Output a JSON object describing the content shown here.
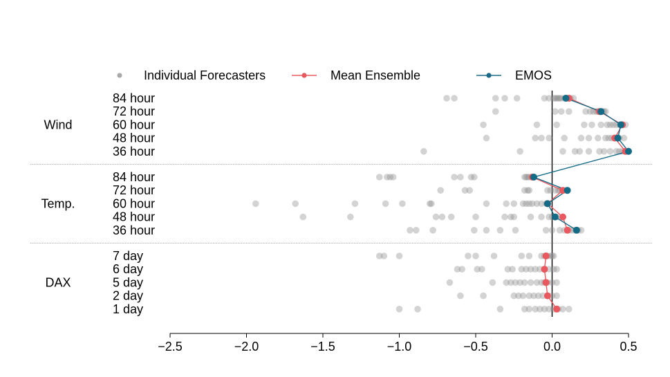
{
  "chart_data": {
    "type": "scatter",
    "x_axis": {
      "range": [
        -2.5,
        0.5
      ],
      "ticks": [
        -2.5,
        -2.0,
        -1.5,
        -1.0,
        -0.5,
        0.0,
        0.5
      ],
      "tick_labels": [
        "−2.5",
        "−2.0",
        "−1.5",
        "−1.0",
        "−0.5",
        "0.0",
        "0.5"
      ],
      "reference_line": 0
    },
    "legend": {
      "position": "top",
      "entries": [
        {
          "label": "Individual Forecasters",
          "marker": "point",
          "color": "#9e9e9e"
        },
        {
          "label": "Mean Ensemble",
          "marker": "line-point",
          "color": "#e8585e"
        },
        {
          "label": "EMOS",
          "marker": "line-point",
          "color": "#1b6a87"
        }
      ]
    },
    "colors": {
      "individual": "#8c8c8c",
      "mean": "#e8585e",
      "emos": "#136b86",
      "divider": "#8a8a8a",
      "axis": "#000000"
    },
    "groups": [
      {
        "name": "Wind",
        "rows": [
          {
            "label": "84 hour",
            "individual": [
              -0.69,
              -0.64,
              -0.37,
              -0.31,
              -0.23,
              -0.05,
              -0.02,
              0.01,
              0.02,
              0.03,
              0.04,
              0.05,
              0.06,
              0.08,
              0.1,
              0.12,
              0.14
            ],
            "mean": 0.11,
            "emos": 0.09
          },
          {
            "label": "72 hour",
            "individual": [
              -0.37,
              0.02,
              0.06,
              0.11,
              0.22,
              0.25,
              0.27,
              0.29,
              0.3,
              0.31,
              0.32,
              0.33,
              0.34,
              0.35
            ],
            "mean": 0.31,
            "emos": 0.32
          },
          {
            "label": "60 hour",
            "individual": [
              -0.45,
              -0.1,
              0.03,
              0.21,
              0.26,
              0.32,
              0.36,
              0.38,
              0.4,
              0.42,
              0.44,
              0.46,
              0.48
            ],
            "mean": 0.46,
            "emos": 0.45
          },
          {
            "label": "48 hour",
            "individual": [
              -0.43,
              -0.11,
              -0.07,
              -0.02,
              0.08,
              0.19,
              0.24,
              0.3,
              0.35,
              0.37,
              0.39,
              0.41,
              0.44,
              0.47
            ],
            "mean": 0.41,
            "emos": 0.43
          },
          {
            "label": "36 hour",
            "individual": [
              -0.84,
              -0.21,
              0.07,
              0.15,
              0.18,
              0.24,
              0.31,
              0.34,
              0.38,
              0.42,
              0.44,
              0.46,
              0.48,
              0.5
            ],
            "mean": 0.48,
            "emos": 0.5
          }
        ]
      },
      {
        "name": "Temp.",
        "rows": [
          {
            "label": "84 hour",
            "individual": [
              -1.13,
              -1.08,
              -1.06,
              -1.04,
              -0.64,
              -0.6,
              -0.53,
              -0.51,
              -0.18,
              -0.17,
              -0.16,
              -0.15,
              -0.12
            ],
            "mean": -0.13,
            "emos": -0.12
          },
          {
            "label": "72 hour",
            "individual": [
              -0.73,
              -0.57,
              -0.54,
              -0.18,
              -0.16,
              -0.15,
              -0.03,
              -0.01,
              0.02,
              0.04,
              0.05,
              0.07,
              0.09,
              0.1
            ],
            "mean": 0.07,
            "emos": 0.1
          },
          {
            "label": "60 hour",
            "individual": [
              -1.94,
              -1.68,
              -1.29,
              -1.09,
              -0.98,
              -0.8,
              -0.79,
              -0.43,
              -0.3,
              -0.25,
              -0.19,
              -0.17,
              -0.15,
              -0.13,
              -0.1,
              -0.07,
              -0.04
            ],
            "mean": -0.03,
            "emos": -0.03
          },
          {
            "label": "48 hour",
            "individual": [
              -1.63,
              -1.32,
              -0.76,
              -0.72,
              -0.66,
              -0.5,
              -0.31,
              -0.27,
              -0.25,
              -0.14,
              -0.07,
              -0.02,
              0.0,
              0.02,
              0.04
            ],
            "mean": 0.07,
            "emos": 0.02
          },
          {
            "label": "36 hour",
            "individual": [
              -0.93,
              -0.89,
              -0.78,
              -0.51,
              -0.43,
              -0.34,
              -0.24,
              -0.04,
              0.0,
              0.05,
              0.08,
              0.11,
              0.13,
              0.15,
              0.17,
              0.19
            ],
            "mean": 0.1,
            "emos": 0.16
          }
        ]
      },
      {
        "name": "DAX",
        "rows": [
          {
            "label": "7 day",
            "individual": [
              -1.13,
              -1.1,
              -1.0,
              -0.55,
              -0.5,
              -0.38,
              -0.2,
              -0.15,
              -0.07,
              -0.05,
              -0.03,
              -0.01,
              0.0,
              0.01
            ],
            "mean": -0.04,
            "emos": null
          },
          {
            "label": "6 day",
            "individual": [
              -0.62,
              -0.59,
              -0.49,
              -0.46,
              -0.29,
              -0.26,
              -0.2,
              -0.17,
              -0.14,
              -0.11,
              -0.08,
              -0.05,
              -0.02,
              0.01,
              0.03
            ],
            "mean": -0.05,
            "emos": null
          },
          {
            "label": "5 day",
            "individual": [
              -0.67,
              -0.39,
              -0.3,
              -0.27,
              -0.24,
              -0.21,
              -0.18,
              -0.14,
              -0.1,
              -0.07,
              -0.05,
              -0.03,
              0.0,
              0.03
            ],
            "mean": -0.04,
            "emos": null
          },
          {
            "label": "2 day",
            "individual": [
              -0.6,
              -0.45,
              -0.25,
              -0.22,
              -0.19,
              -0.15,
              -0.12,
              -0.09,
              -0.06,
              -0.03,
              0.0,
              0.03
            ],
            "mean": -0.03,
            "emos": null
          },
          {
            "label": "1 day",
            "individual": [
              -1.0,
              -0.88,
              -0.34,
              -0.18,
              -0.15,
              -0.11,
              -0.08,
              -0.05,
              -0.02,
              0.01,
              0.04,
              0.07,
              0.11
            ],
            "mean": 0.03,
            "emos": null
          }
        ]
      }
    ]
  }
}
